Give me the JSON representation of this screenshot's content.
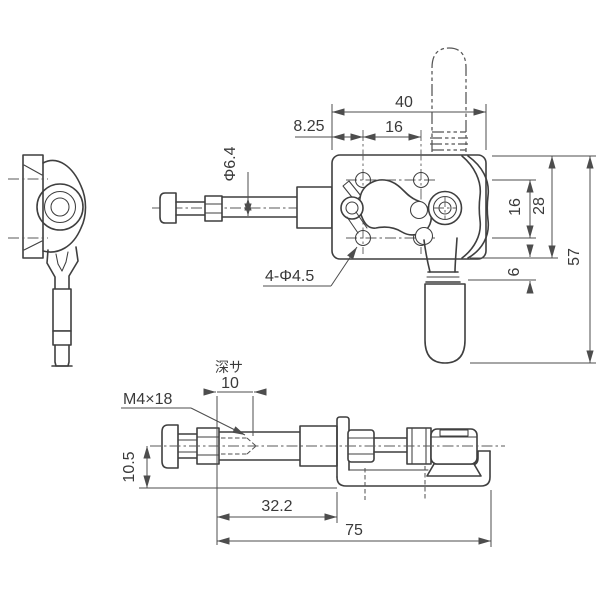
{
  "drawing": {
    "colors": {
      "background": "#ffffff",
      "line": "#3f3f3f",
      "dimension": "#4d4d4d"
    },
    "dims": {
      "overall_width": "40",
      "hole_spacing_h": "16",
      "edge_offset": "8.25",
      "plunger_dia": "Φ6.4",
      "mounting_holes": "4-Φ4.5",
      "hole_spacing_v": "16",
      "plate_height": "28",
      "overall_height": "57",
      "plate_to_handle": "6",
      "depth_word": "深サ",
      "thread_depth": "10",
      "thread_spec": "M4×18",
      "base_height": "10.5",
      "stroke_len": "32.2",
      "overall_length": "75"
    }
  }
}
